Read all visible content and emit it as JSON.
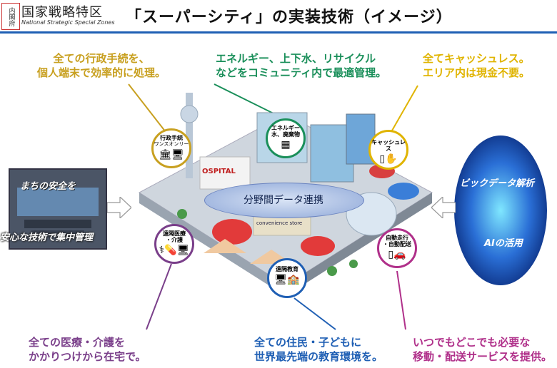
{
  "header": {
    "logo_seal": "内閣府",
    "logo_name": "国家戦略特区",
    "logo_en": "National Strategic Special Zones",
    "title": "「スーパーシティ」の実装技術（イメージ）"
  },
  "captions": {
    "admin": [
      "全ての行政手続を、",
      "個人端末で効率的に処理。"
    ],
    "energy": [
      "エネルギー、上下水、リサイクル",
      "などをコミュニティ内で最適管理。"
    ],
    "cashless": [
      "全てキャッシュレス。",
      "エリア内は現金不要。"
    ],
    "medical": [
      "全ての医療・介護を",
      "かかりつけから在宅で。"
    ],
    "education": [
      "全ての住民・子どもに",
      "世界最先端の教育環境を。"
    ],
    "mobility": [
      "いつでもどこでも必要な",
      "移動・配送サービスを提供。"
    ]
  },
  "circles": {
    "admin": [
      "行政手続",
      "ワンスオンリー"
    ],
    "energy": [
      "エネルギー",
      "水、廃棄物"
    ],
    "cashless": [
      "キャッシュレス"
    ],
    "medical": [
      "遠隔医療",
      "・介護"
    ],
    "education": [
      "遠隔教育"
    ],
    "mobility": [
      "自動走行",
      "・自動配送"
    ]
  },
  "center_label": "分野間データ連携",
  "left_panel": {
    "top": "まちの安全を",
    "bottom": "安心な技術で集中管理"
  },
  "right_panel": {
    "top": "ビックデータ解析",
    "bottom": "AIの活用"
  },
  "city_signs": {
    "hospital": "OSPITAL",
    "store": "convenience store"
  },
  "colors": {
    "admin": "#c8a020",
    "energy": "#1a8f5a",
    "cashless": "#e0b400",
    "medical": "#7a3f8a",
    "education": "#1f5fb4",
    "mobility": "#b0308a",
    "header_rule": "#1f5fb4"
  },
  "icons": {
    "admin": [
      "government-building-icon",
      "monitor-icon"
    ],
    "energy": [
      "solar-panel-icon"
    ],
    "cashless": [
      "smartphone-icon",
      "hand-coin-icon"
    ],
    "medical": [
      "stethoscope-icon",
      "medicine-icon",
      "monitor-icon"
    ],
    "education": [
      "monitor-icon",
      "school-icon"
    ],
    "mobility": [
      "smartphone-icon",
      "car-icon"
    ]
  }
}
